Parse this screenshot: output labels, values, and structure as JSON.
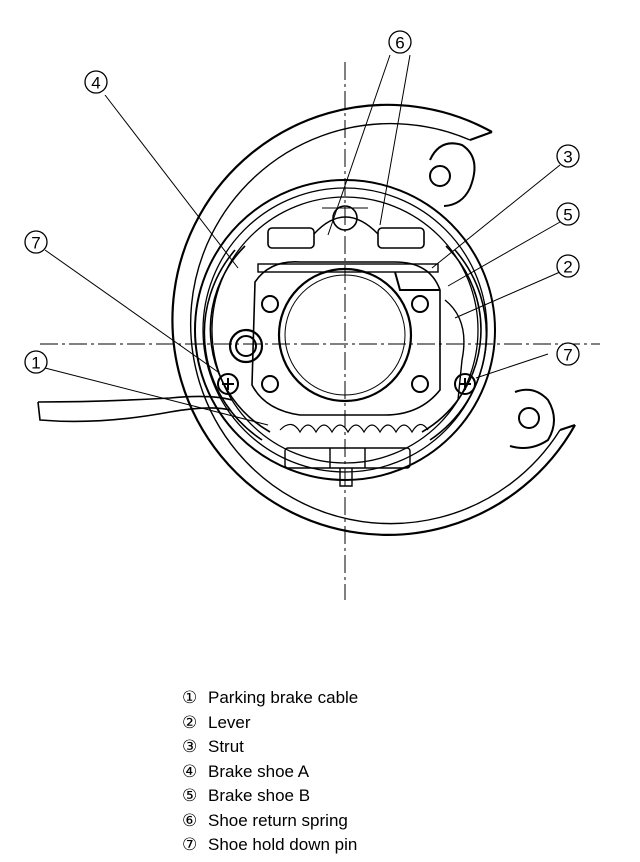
{
  "callouts": [
    {
      "marker": "①",
      "label": "Parking brake cable"
    },
    {
      "marker": "②",
      "label": "Lever"
    },
    {
      "marker": "③",
      "label": "Strut"
    },
    {
      "marker": "④",
      "label": "Brake shoe A"
    },
    {
      "marker": "⑤",
      "label": "Brake shoe B"
    },
    {
      "marker": "⑥",
      "label": "Shoe return spring"
    },
    {
      "marker": "⑦",
      "label": "Shoe hold down pin"
    }
  ],
  "diagram_numbers": {
    "n1": "1",
    "n2": "2",
    "n3": "3",
    "n4": "4",
    "n5": "5",
    "n6": "6",
    "n7a": "7",
    "n7b": "7"
  }
}
